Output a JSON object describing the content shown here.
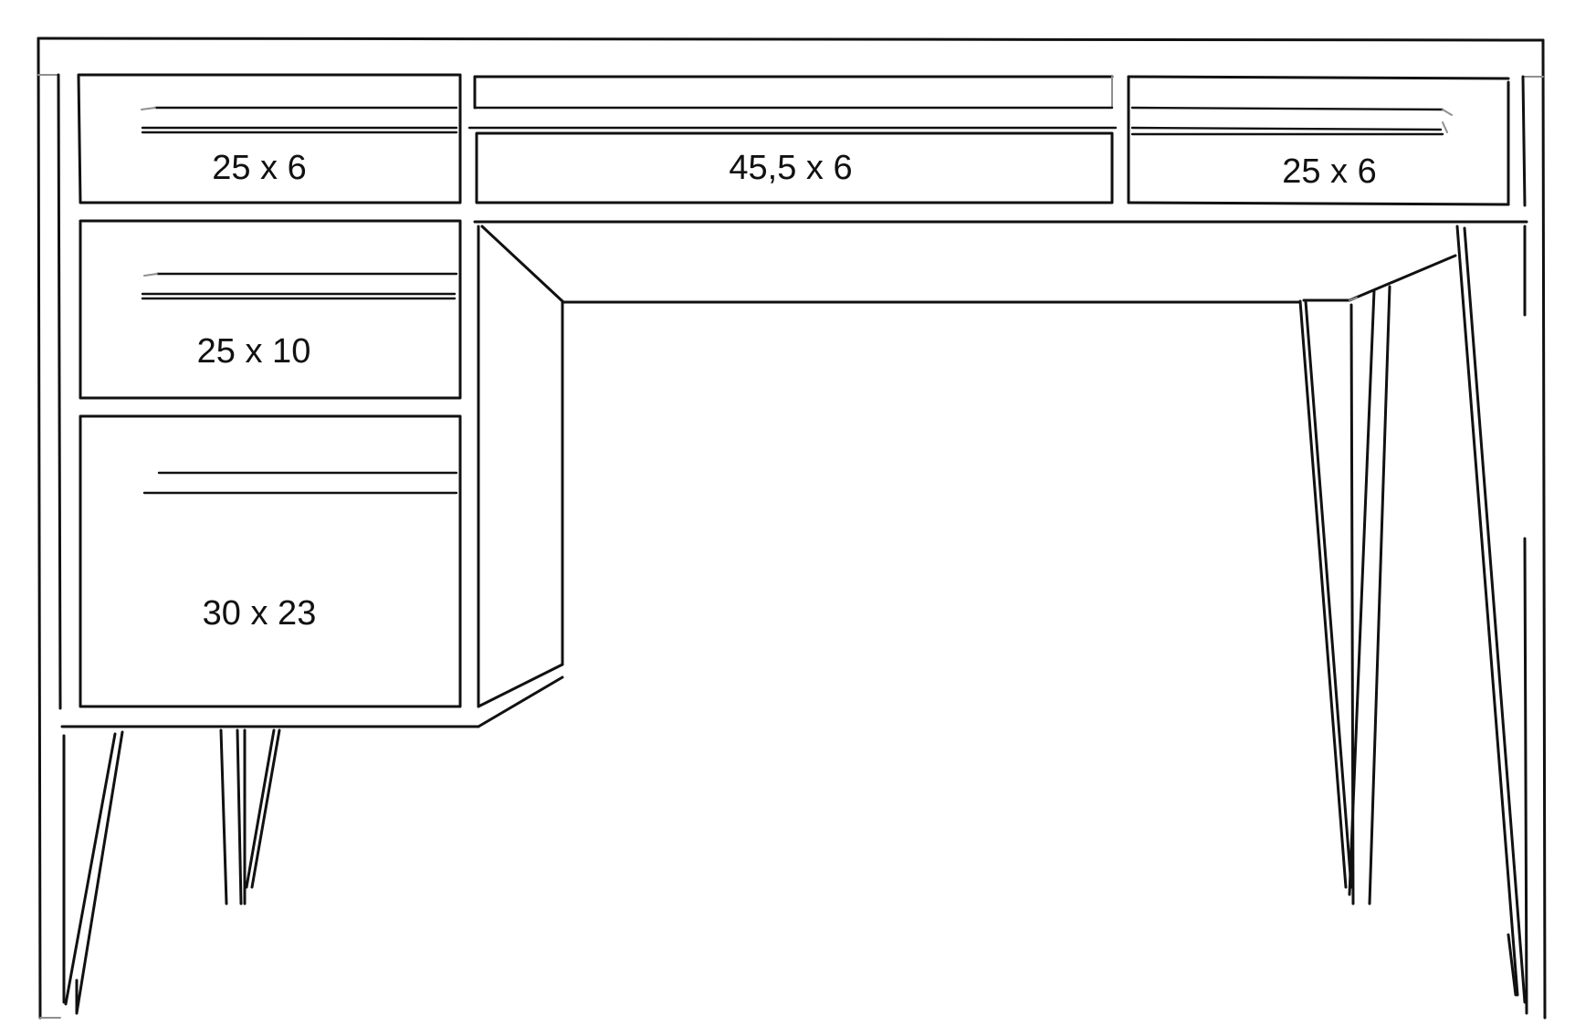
{
  "drawer_labels": {
    "top_left": "25 x 6",
    "top_center": "45,5 x 6",
    "top_right": "25 x 6",
    "middle_left": "25 x 10",
    "bottom_left": "30 x 23"
  }
}
